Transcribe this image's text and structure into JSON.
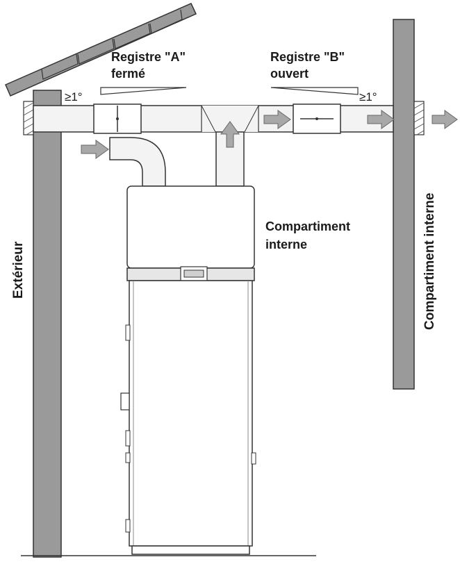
{
  "labels": {
    "damper_a_line1": "Registre \"A\"",
    "damper_a_line2": "fermé",
    "damper_b_line1": "Registre \"B\"",
    "damper_b_line2": "ouvert",
    "angle_left": "≥1°",
    "angle_right": "≥1°",
    "inner_line1": "Compartiment",
    "inner_line2": "interne",
    "outside_vertical": "Extérieur",
    "inner_vertical": "Compartiment interne"
  },
  "damper_a_state": "fermé",
  "damper_b_state": "ouvert",
  "colors": {
    "wall": "#9a9a9a",
    "duct": "#f3f3f3",
    "arrow": "#a8a8a8",
    "outline": "#333333"
  }
}
